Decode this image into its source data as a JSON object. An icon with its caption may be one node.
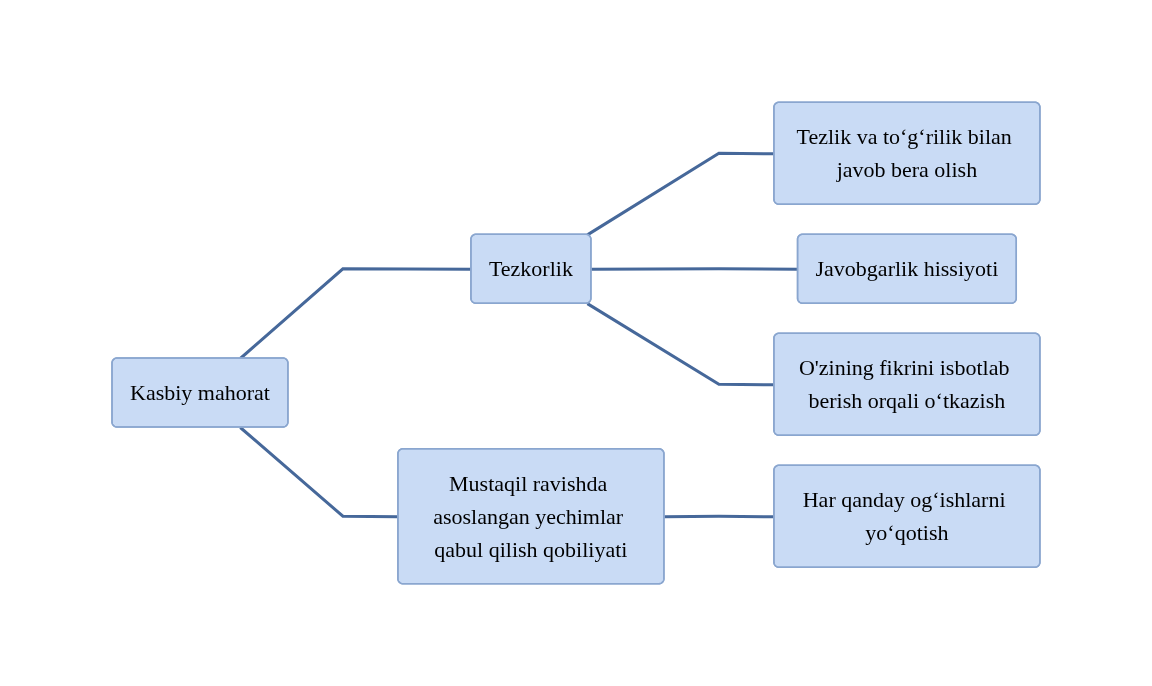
{
  "diagram": {
    "nodes": [
      {
        "text": [
          "Kasbiy mahorat"
        ]
      },
      {
        "text": [
          "Tezkorlik"
        ]
      },
      {
        "text": [
          "Tezlik va to‘g‘rilik bilan javob bera olish"
        ]
      },
      {
        "text": [
          "Javobgarlik hissiyoti"
        ]
      },
      {
        "text": [
          "O'zining fikrini isbotlab berish orqali o‘tkazish"
        ]
      },
      {
        "text": [
          "Mustaqil ravishda asoslangan yechimlar qabul qilish qobiliyati"
        ]
      },
      {
        "text": [
          "Har qanday og‘ishlarni yo‘qotish"
        ]
      }
    ],
    "edges": [
      {
        "from": 0,
        "to": 1,
        "arrow": "none"
      },
      {
        "from": 0,
        "to": 5,
        "arrow": "none"
      },
      {
        "from": 1,
        "to": 2,
        "arrow": "none"
      },
      {
        "from": 1,
        "to": 3,
        "arrow": "none"
      },
      {
        "from": 1,
        "to": 4,
        "arrow": "none"
      },
      {
        "from": 5,
        "to": 6,
        "arrow": "none"
      }
    ]
  }
}
